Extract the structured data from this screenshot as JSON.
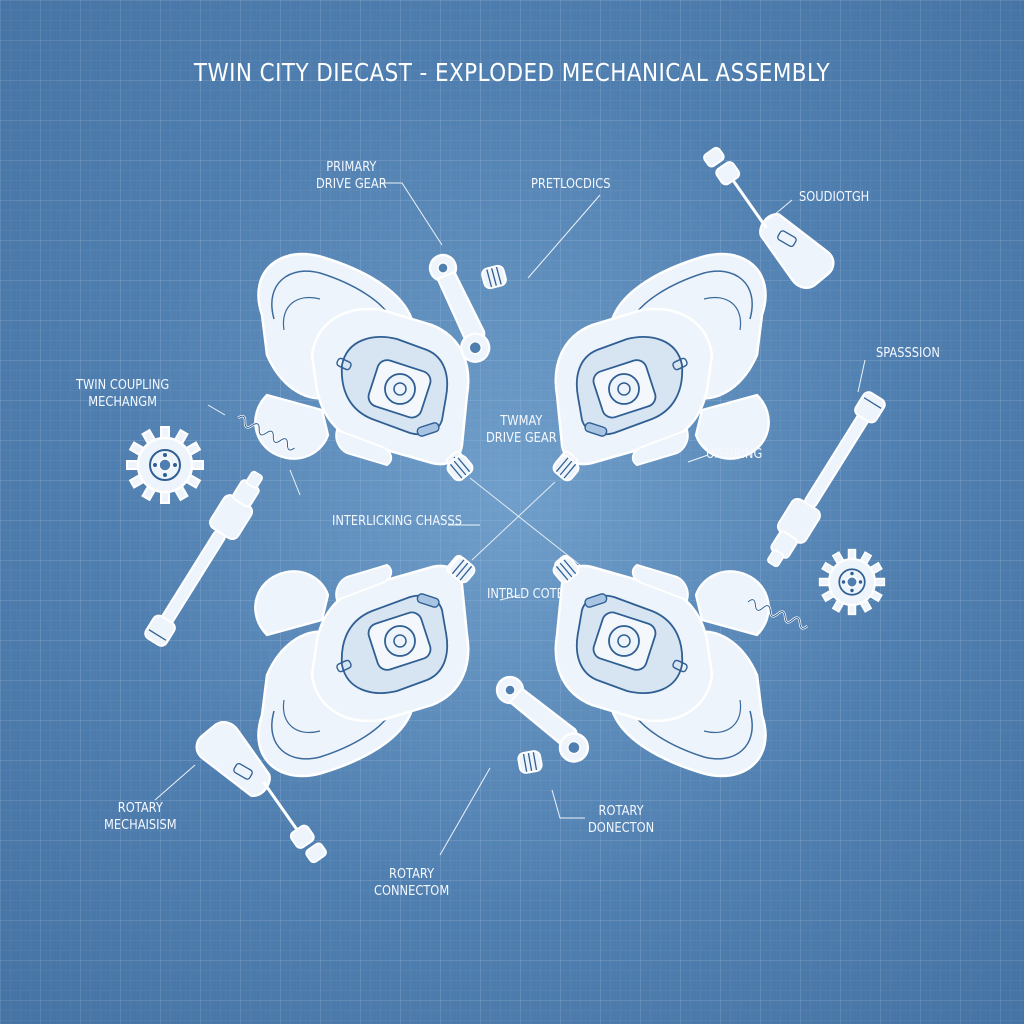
{
  "title": "TWIN CITY DIECAST - EXPLODED MECHANICAL ASSEMBLY",
  "labels": {
    "primary_drive_gear": "PRIMARY\nDRIVE GEAR",
    "pretlocdics": "PRETLOCDICS",
    "soudiotgh": "SOUDIOTGH",
    "spasssion": "SPASSSION",
    "twin_coupling": "TWIN COUPLING\nMECHANGM",
    "tway_drive_gear": "TWMAY\nDRIVE GEAR",
    "uishring": "UISHRING",
    "interlocking_chasis": "INTERLICKING CHASSS",
    "intrld_cote": "INTRLD COTE",
    "rotary_mechaisism": "ROTARY\nMECHAISISM",
    "rotary_connectom": "ROTARY\nCONNECTOM",
    "rotary_donecton": "ROTARY\nDONECTON"
  },
  "colors": {
    "background": "#4f7fb0",
    "linework": "#ffffff",
    "fill": "#edf3fb"
  }
}
